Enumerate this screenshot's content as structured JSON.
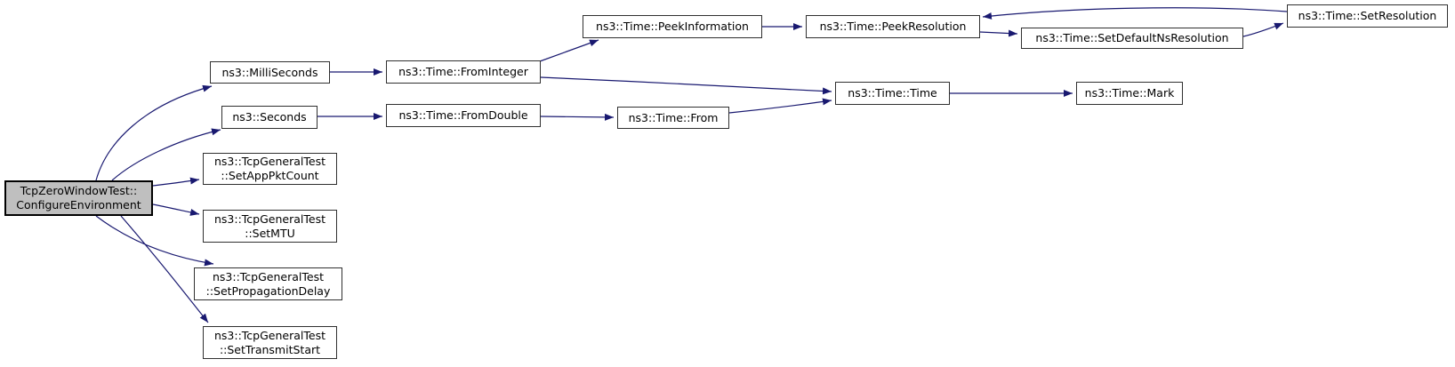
{
  "diagram": {
    "type": "call-graph",
    "colors": {
      "edge": "#191970",
      "node_fill": "#ffffff",
      "node_border": "#303030",
      "highlight_fill": "#bfbfbf",
      "background": "#ffffff"
    },
    "nodes": [
      {
        "id": "configure-environment",
        "label": "TcpZeroWindowTest::ConfigureEnvironment",
        "lines": [
          "TcpZeroWindowTest::",
          "ConfigureEnvironment"
        ],
        "highlighted": true
      },
      {
        "id": "milliseconds",
        "label": "ns3::MilliSeconds",
        "lines": [
          "ns3::MilliSeconds"
        ],
        "highlighted": false
      },
      {
        "id": "seconds",
        "label": "ns3::Seconds",
        "lines": [
          "ns3::Seconds"
        ],
        "highlighted": false
      },
      {
        "id": "set-app-pkt-count",
        "label": "ns3::TcpGeneralTest::SetAppPktCount",
        "lines": [
          "ns3::TcpGeneralTest",
          "::SetAppPktCount"
        ],
        "highlighted": false
      },
      {
        "id": "set-mtu",
        "label": "ns3::TcpGeneralTest::SetMTU",
        "lines": [
          "ns3::TcpGeneralTest",
          "::SetMTU"
        ],
        "highlighted": false
      },
      {
        "id": "set-propagation-delay",
        "label": "ns3::TcpGeneralTest::SetPropagationDelay",
        "lines": [
          "ns3::TcpGeneralTest",
          "::SetPropagationDelay"
        ],
        "highlighted": false
      },
      {
        "id": "set-transmit-start",
        "label": "ns3::TcpGeneralTest::SetTransmitStart",
        "lines": [
          "ns3::TcpGeneralTest",
          "::SetTransmitStart"
        ],
        "highlighted": false
      },
      {
        "id": "from-integer",
        "label": "ns3::Time::FromInteger",
        "lines": [
          "ns3::Time::FromInteger"
        ],
        "highlighted": false
      },
      {
        "id": "from-double",
        "label": "ns3::Time::FromDouble",
        "lines": [
          "ns3::Time::FromDouble"
        ],
        "highlighted": false
      },
      {
        "id": "peek-information",
        "label": "ns3::Time::PeekInformation",
        "lines": [
          "ns3::Time::PeekInformation"
        ],
        "highlighted": false
      },
      {
        "id": "peek-resolution",
        "label": "ns3::Time::PeekResolution",
        "lines": [
          "ns3::Time::PeekResolution"
        ],
        "highlighted": false
      },
      {
        "id": "set-default-ns-resolution",
        "label": "ns3::Time::SetDefaultNsResolution",
        "lines": [
          "ns3::Time::SetDefaultNsResolution"
        ],
        "highlighted": false
      },
      {
        "id": "set-resolution",
        "label": "ns3::Time::SetResolution",
        "lines": [
          "ns3::Time::SetResolution"
        ],
        "highlighted": false
      },
      {
        "id": "time-time",
        "label": "ns3::Time::Time",
        "lines": [
          "ns3::Time::Time"
        ],
        "highlighted": false
      },
      {
        "id": "time-mark",
        "label": "ns3::Time::Mark",
        "lines": [
          "ns3::Time::Mark"
        ],
        "highlighted": false
      },
      {
        "id": "time-from",
        "label": "ns3::Time::From",
        "lines": [
          "ns3::Time::From"
        ],
        "highlighted": false
      }
    ],
    "edges": [
      {
        "from": "configure-environment",
        "to": "milliseconds"
      },
      {
        "from": "configure-environment",
        "to": "seconds"
      },
      {
        "from": "configure-environment",
        "to": "set-app-pkt-count"
      },
      {
        "from": "configure-environment",
        "to": "set-mtu"
      },
      {
        "from": "configure-environment",
        "to": "set-propagation-delay"
      },
      {
        "from": "configure-environment",
        "to": "set-transmit-start"
      },
      {
        "from": "milliseconds",
        "to": "from-integer"
      },
      {
        "from": "seconds",
        "to": "from-double"
      },
      {
        "from": "from-integer",
        "to": "peek-information"
      },
      {
        "from": "from-integer",
        "to": "time-time"
      },
      {
        "from": "from-double",
        "to": "time-from"
      },
      {
        "from": "time-from",
        "to": "time-time"
      },
      {
        "from": "peek-information",
        "to": "peek-resolution"
      },
      {
        "from": "peek-resolution",
        "to": "set-default-ns-resolution"
      },
      {
        "from": "set-default-ns-resolution",
        "to": "set-resolution"
      },
      {
        "from": "set-resolution",
        "to": "peek-resolution"
      },
      {
        "from": "time-time",
        "to": "time-mark"
      }
    ]
  }
}
